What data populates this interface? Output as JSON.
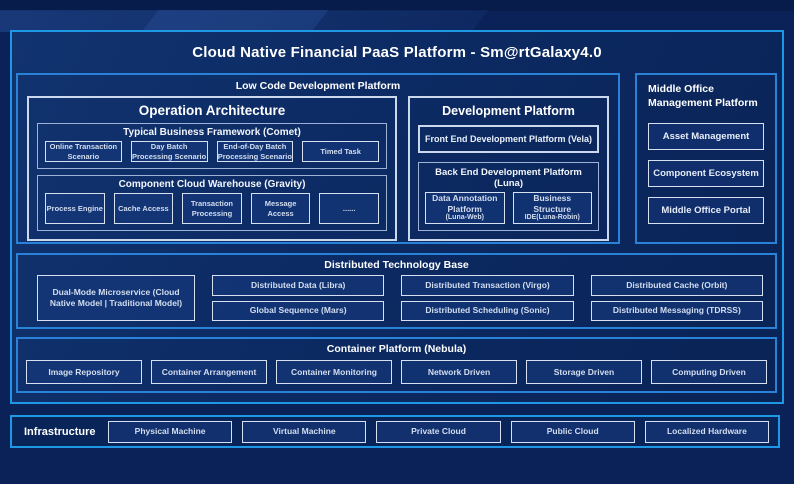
{
  "title": "Cloud Native Financial PaaS Platform - Sm@rtGalaxy4.0",
  "low_code": {
    "label": "Low Code Development Platform",
    "operation_architecture": {
      "title": "Operation Architecture",
      "comet": {
        "title": "Typical Business Framework (Comet)",
        "items": [
          "Online Transaction Scenario",
          "Day Batch Processing Scenario",
          "End-of-Day Batch Processing Scenario",
          "Timed Task"
        ]
      },
      "gravity": {
        "title": "Component Cloud Warehouse (Gravity)",
        "items": [
          "Process Engine",
          "Cache Access",
          "Transaction Processing",
          "Message Access",
          "......"
        ]
      }
    },
    "development_platform": {
      "title": "Development Platform",
      "front_end": "Front End Development Platform (Vela)",
      "back_end": {
        "title": "Back End Development Platform (Luna)",
        "items": [
          {
            "line1": "Data Annotation",
            "line2": "Platform",
            "line3": "(Luna-Web)"
          },
          {
            "line1": "Business",
            "line2": "Structure",
            "line3": "IDE(Luna-Robin)"
          }
        ]
      }
    }
  },
  "middle_office": {
    "title": "Middle Office Management Platform",
    "items": [
      "Asset Management",
      "Component Ecosystem",
      "Middle Office Portal"
    ]
  },
  "distributed_base": {
    "title": "Distributed Technology Base",
    "dual_mode": "Dual-Mode Microservice (Cloud Native Model | Traditional Model)",
    "columns": [
      [
        "Distributed Data (Libra)",
        "Global Sequence (Mars)"
      ],
      [
        "Distributed Transaction (Virgo)",
        "Distributed Scheduling (Sonic)"
      ],
      [
        "Distributed Cache (Orbit)",
        "Distributed Messaging (TDRSS)"
      ]
    ]
  },
  "container_platform": {
    "title": "Container Platform (Nebula)",
    "items": [
      "Image Repository",
      "Container Arrangement",
      "Container Monitoring",
      "Network Driven",
      "Storage Driven",
      "Computing Driven"
    ]
  },
  "infrastructure": {
    "label": "Infrastructure",
    "items": [
      "Physical Machine",
      "Virtual Machine",
      "Private Cloud",
      "Public Cloud",
      "Localized Hardware"
    ]
  },
  "colors": {
    "page_background": "#0a2257",
    "panel_background": "#0c2a63",
    "accent_border": "#1e98e4",
    "section_border": "#2a82d8",
    "box_border": "#d7e0f1",
    "title_text": "#ffffff",
    "box_text": "#d3def0"
  }
}
